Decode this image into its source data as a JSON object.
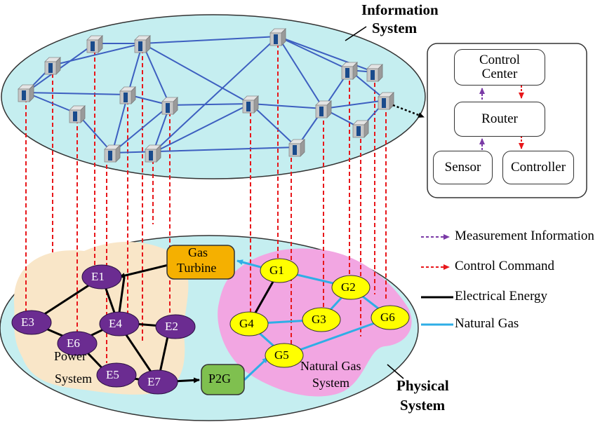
{
  "information_system": {
    "title_line1": "Information",
    "title_line2": "System"
  },
  "physical_system": {
    "title_line1": "Physical",
    "title_line2": "System"
  },
  "control_panel": {
    "control_center_line1": "Control",
    "control_center_line2": "Center",
    "router": "Router",
    "sensor": "Sensor",
    "controller": "Controller"
  },
  "power_system": {
    "label_line1": "Power",
    "label_line2": "System",
    "nodes": [
      "E1",
      "E2",
      "E3",
      "E4",
      "E5",
      "E6",
      "E7"
    ]
  },
  "gas_system": {
    "label_line1": "Natural Gas",
    "label_line2": "System",
    "nodes": [
      "G1",
      "G2",
      "G3",
      "G4",
      "G5",
      "G6"
    ]
  },
  "coupling": {
    "gas_turbine_line1": "Gas",
    "gas_turbine_line2": "Turbine",
    "p2g": "P2G"
  },
  "legend": {
    "measurement": "Measurement Information",
    "control": "Control Command",
    "electrical": "Electrical Energy",
    "gas": "Natural Gas"
  },
  "colors": {
    "info_ellipse": "#c5eef0",
    "power_region": "#f9e6c8",
    "gas_region": "#f2a6e2",
    "power_node": "#6b2c91",
    "gas_node": "#ffff00",
    "gas_turbine": "#f5b000",
    "p2g": "#7fc04f",
    "network_link": "#3d5fc0",
    "gas_pipe": "#2eaee6",
    "control_dash": "#e8171b",
    "measurement_dash": "#7a3aa6"
  }
}
